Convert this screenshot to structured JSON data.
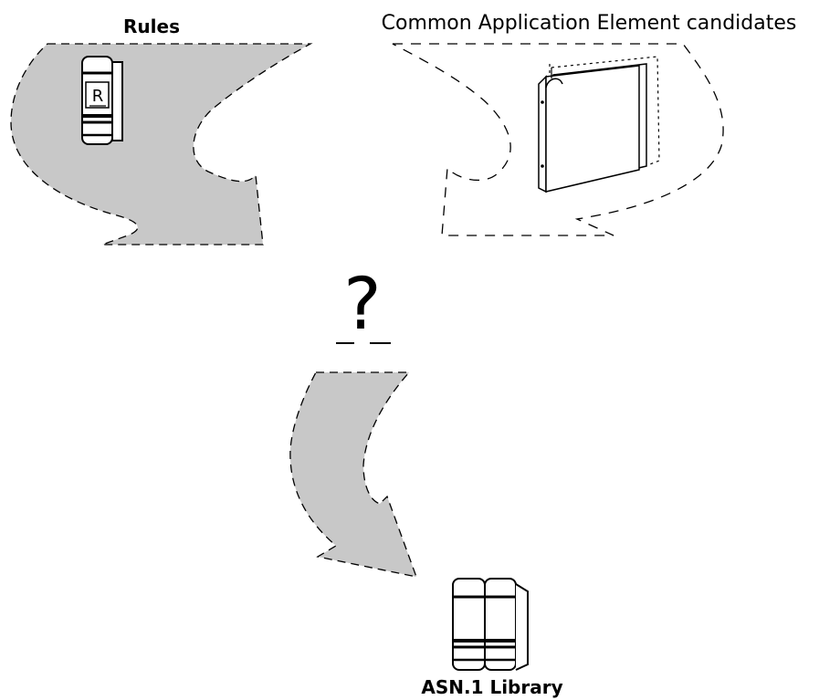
{
  "labels": {
    "rules": "Rules",
    "candidates": "Common Application Element candidates",
    "library": "ASN.1 Library",
    "rule_book_letter": "R",
    "question": "?"
  },
  "colors": {
    "arrow_fill": "#c8c8c8",
    "stroke": "#000000",
    "background": "#ffffff"
  },
  "icons": {
    "rules_book": "rule-book-icon",
    "binder": "binder-icon",
    "library_books": "library-books-icon"
  }
}
